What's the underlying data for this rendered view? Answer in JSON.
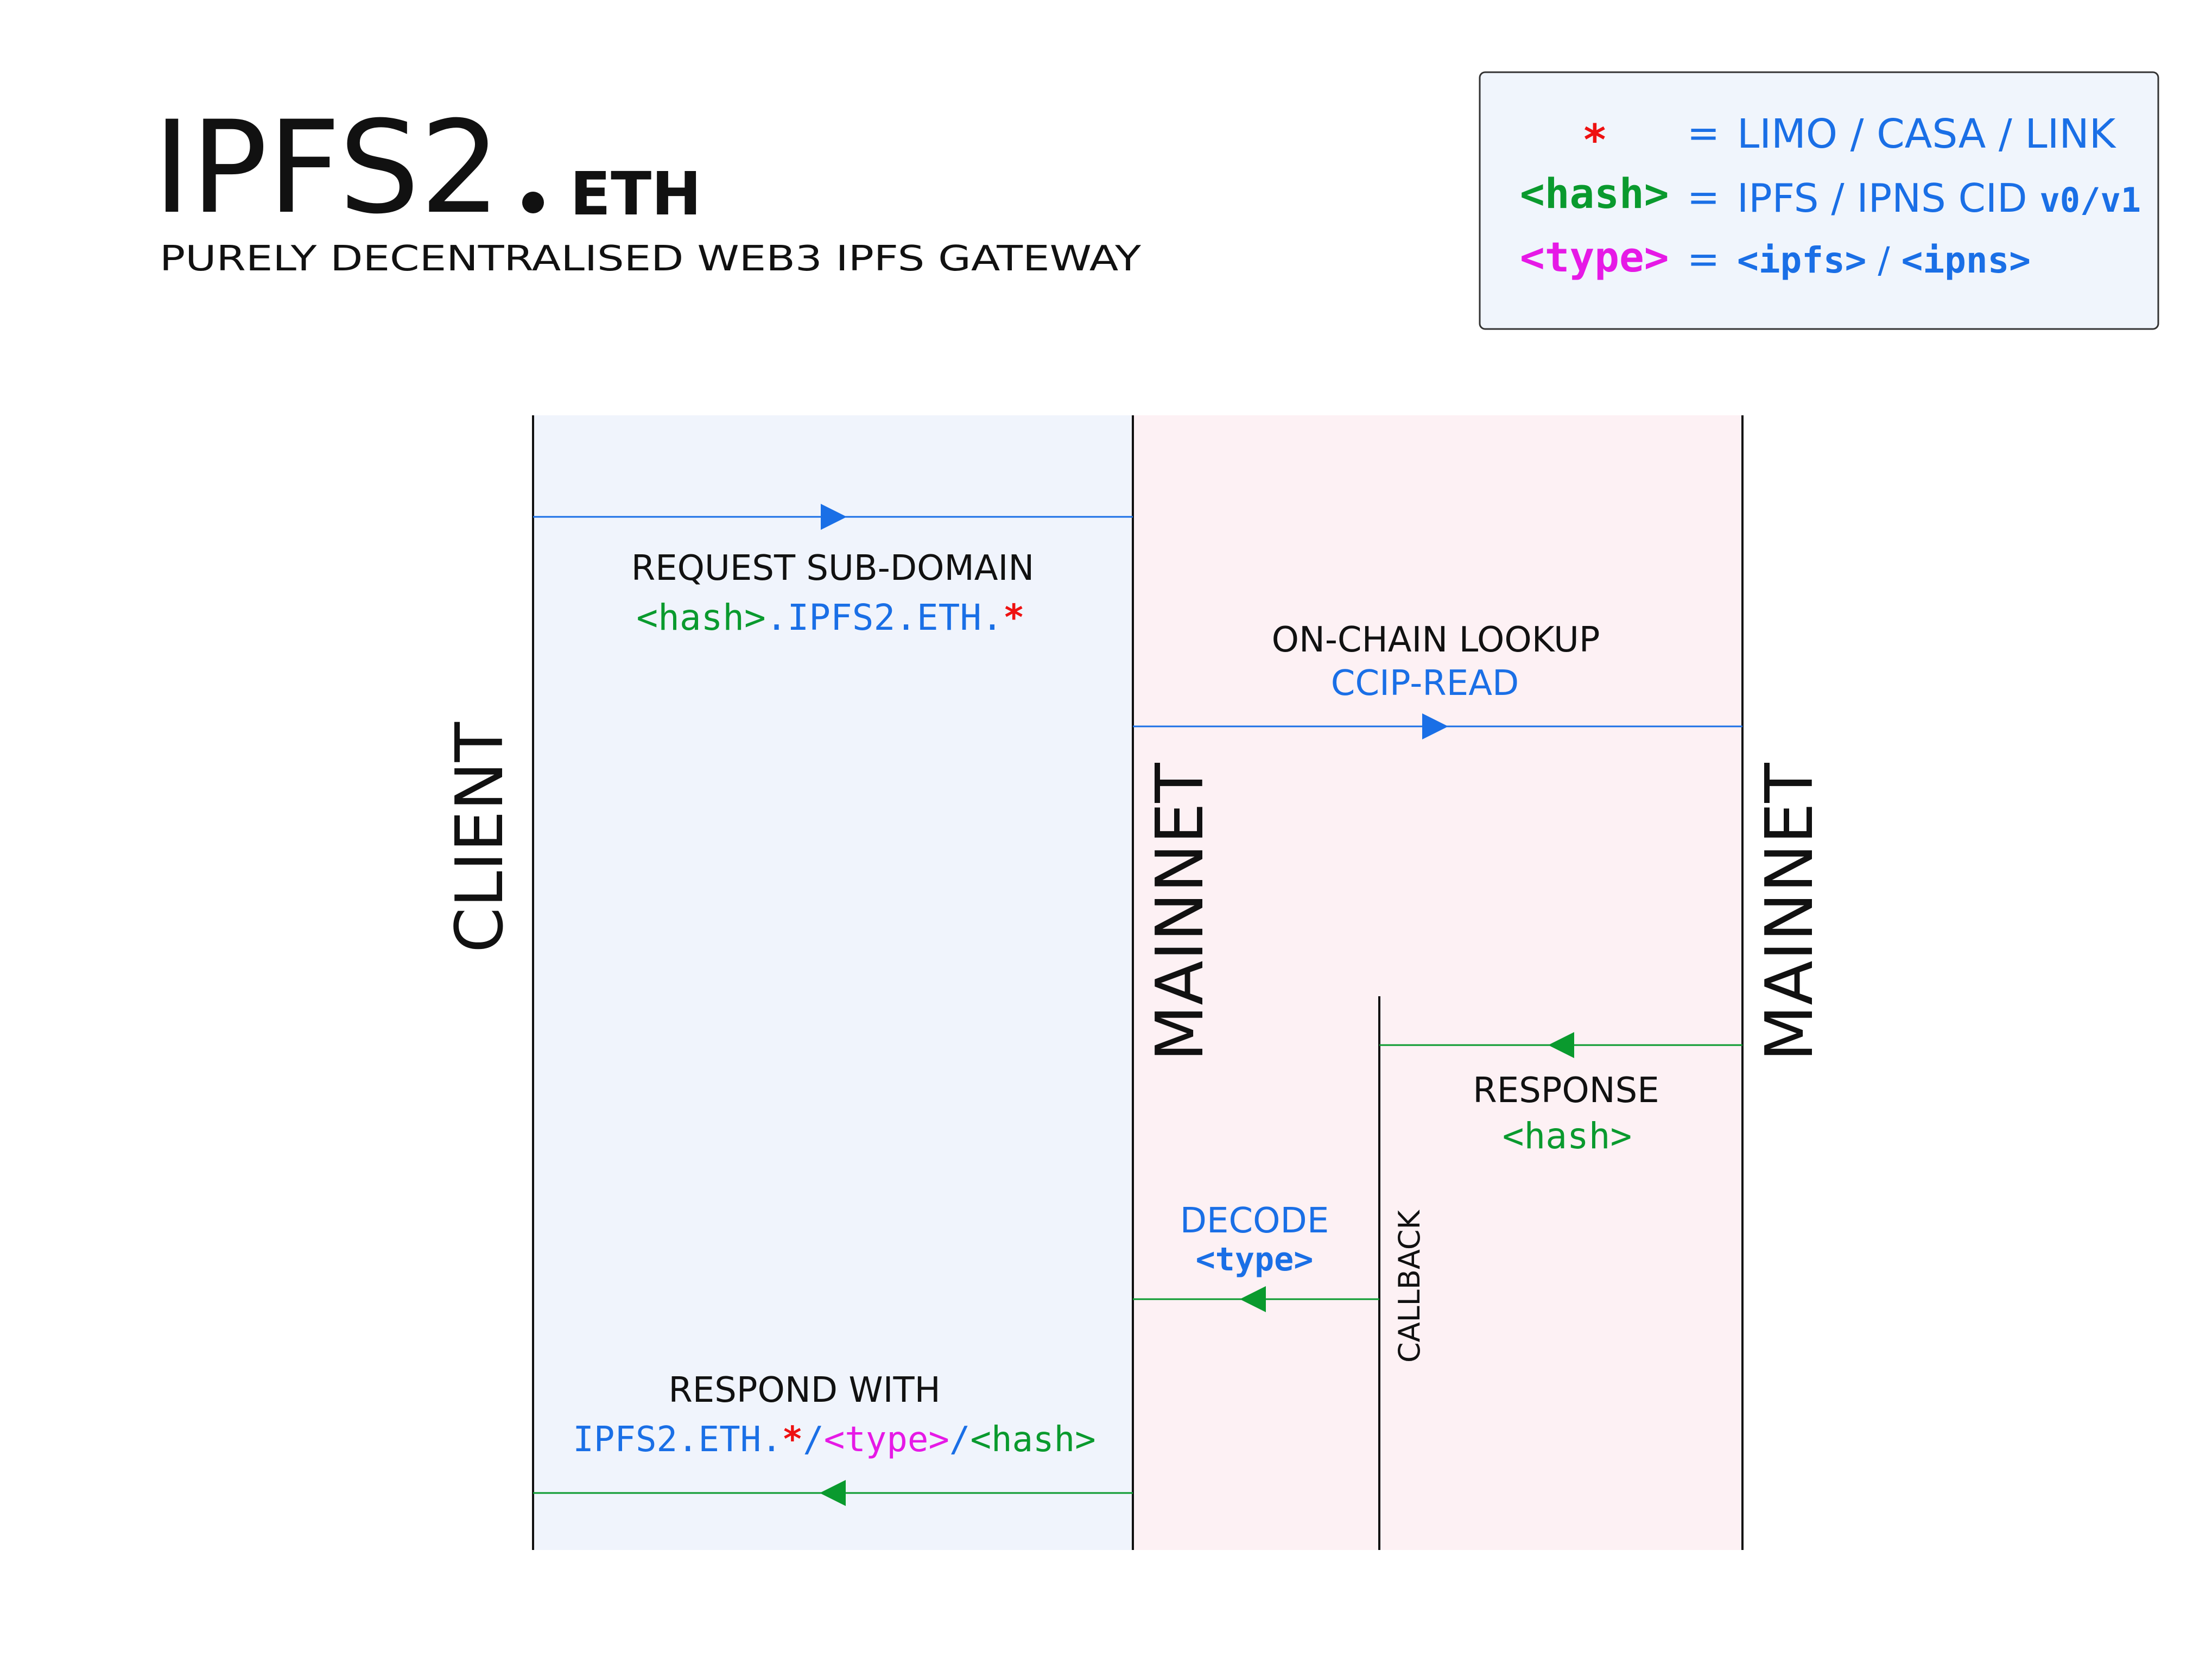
{
  "header": {
    "title_main": "IPFS2",
    "title_suffix": "ETH",
    "subtitle": "PURELY DECENTRALISED WEB3 IPFS GATEWAY"
  },
  "legend": {
    "row1": {
      "key": "*",
      "eq": "=",
      "value": "LIMO / CASA / LINK"
    },
    "row2": {
      "key": "<hash>",
      "eq": "=",
      "value_a": "IPFS / IPNS CID ",
      "value_b": "v0/v1"
    },
    "row3": {
      "key": "<type>",
      "eq": "=",
      "value_a": "<ipfs>",
      "value_sep": " / ",
      "value_b": "<ipns>"
    }
  },
  "lanes": {
    "client": "CLIENT",
    "mainnet_left": "MAINNET",
    "mainnet_right": "MAINNET",
    "callback": "CALLBACK"
  },
  "messages": {
    "request": {
      "title": "REQUEST SUB-DOMAIN",
      "hash": "<hash>",
      "domain": ".IPFS2.ETH.",
      "star": "*"
    },
    "lookup": {
      "title": "ON-CHAIN LOOKUP",
      "sub": "CCIP-READ"
    },
    "response": {
      "title": "RESPONSE",
      "hash": "<hash>"
    },
    "decode": {
      "title": "DECODE",
      "type": "<type>"
    },
    "respond": {
      "title": "RESPOND WITH",
      "domain": "IPFS2.ETH.",
      "star": "*",
      "slash1": "/",
      "type": "<type>",
      "slash2": "/",
      "hash": "<hash>"
    }
  },
  "colors": {
    "blue": "#1a6fe6",
    "green": "#0a9a2e",
    "magenta": "#e619e6",
    "red": "#ee1111",
    "black": "#111111",
    "client_bg": "#f0f4fc",
    "mainnet_bg": "#fdf1f4",
    "legend_bg": "#f0f5fc"
  }
}
